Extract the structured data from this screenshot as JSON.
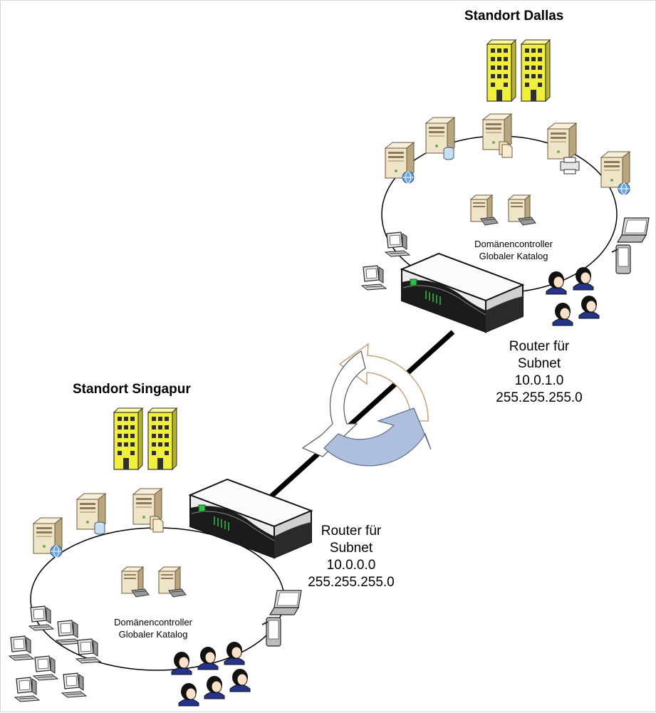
{
  "sites": {
    "dallas": {
      "title": "Standort Dallas",
      "dc_line1": "Domänencontroller",
      "dc_line2": "Globaler Katalog",
      "router_line1": "Router für",
      "router_line2": "Subnet",
      "subnet": "10.0.1.0",
      "mask": "255.255.255.0"
    },
    "singapur": {
      "title": "Standort Singapur",
      "dc_line1": "Domänencontroller",
      "dc_line2": "Globaler Katalog",
      "router_line1": "Router für",
      "router_line2": "Subnet",
      "subnet": "10.0.0.0",
      "mask": "255.255.255.0"
    }
  },
  "icons": [
    "building-icon",
    "server-icon",
    "database-icon",
    "printer-icon",
    "globe-icon",
    "laptop-icon",
    "pda-icon",
    "workstation-icon",
    "user-icon",
    "router-icon",
    "replication-arrows-icon"
  ],
  "colors": {
    "building": "#f2ef3c",
    "server": "#efe3c8",
    "router_led": "#2fbf4a",
    "replication_blue": "#aebfde",
    "replication_tan": "#c8a27a"
  }
}
